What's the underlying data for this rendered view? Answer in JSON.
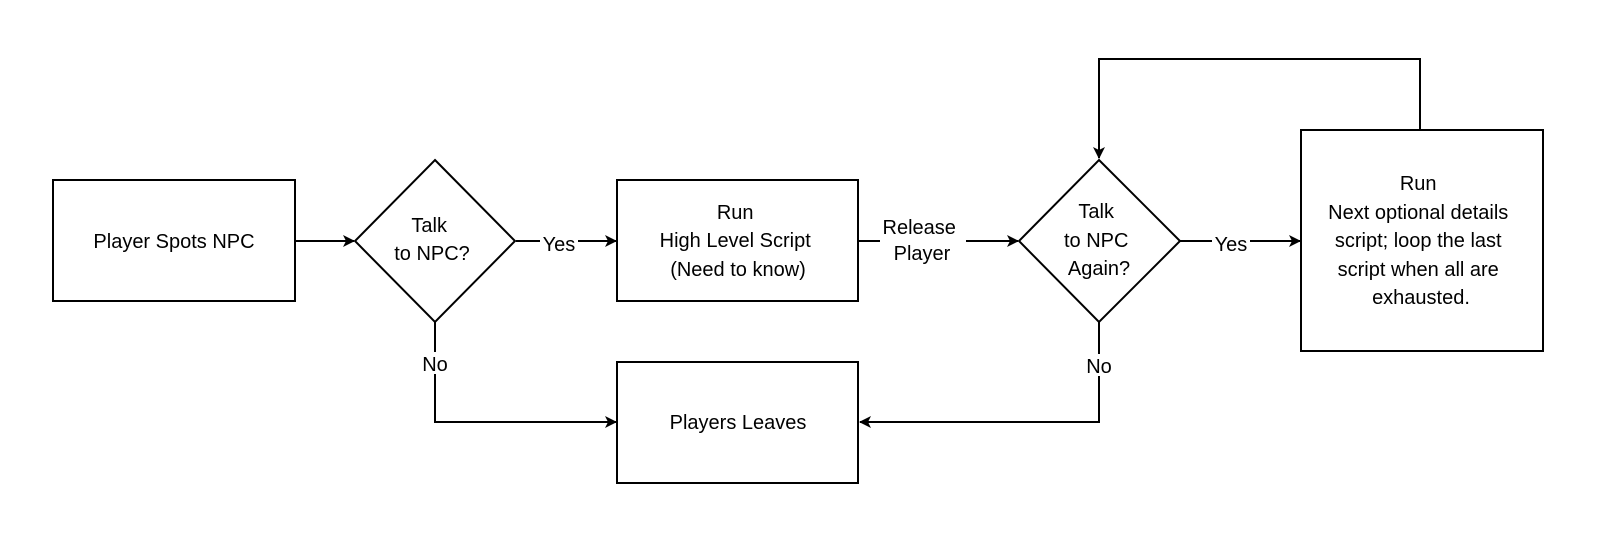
{
  "nodes": {
    "player_spots_npc": {
      "lines": [
        "Player Spots NPC"
      ]
    },
    "talk_to_npc": {
      "lines": [
        "Talk",
        "to NPC?"
      ]
    },
    "run_high_level": {
      "lines": [
        "Run",
        "High Level Script",
        "(Need to know)"
      ]
    },
    "talk_again": {
      "lines": [
        "Talk",
        "to NPC",
        "Again?"
      ]
    },
    "run_next_optional": {
      "lines": [
        "Run",
        "Next optional details",
        "script; loop the last",
        "script when all are",
        "exhausted."
      ]
    },
    "players_leaves": {
      "lines": [
        "Players Leaves"
      ]
    }
  },
  "edge_labels": {
    "talk_yes": "Yes",
    "talk_no": "No",
    "release_player": [
      "Release",
      "Player"
    ],
    "again_yes": "Yes",
    "again_no": "No"
  },
  "colors": {
    "stroke": "#000000",
    "fill": "#ffffff",
    "text": "#000000"
  }
}
